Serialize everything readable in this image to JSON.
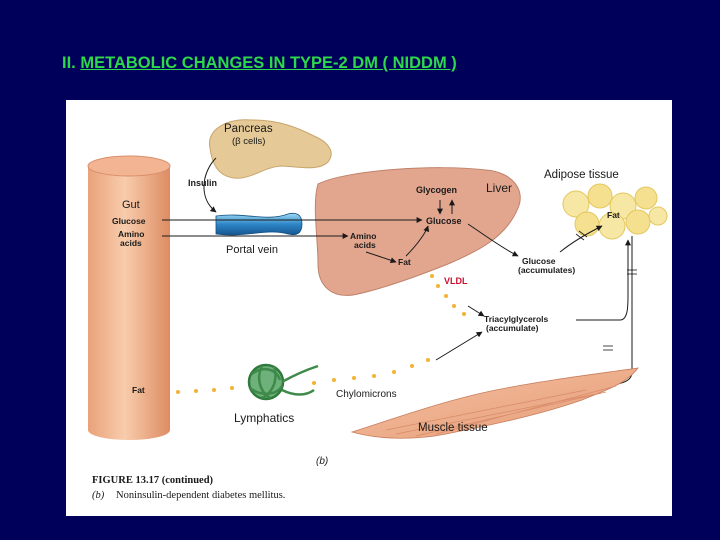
{
  "slide": {
    "title_prefix": "II. ",
    "title_underlined": "METABOLIC CHANGES IN TYPE-2 DM ( NIDDM )"
  },
  "figure": {
    "organs": {
      "pancreas": "Pancreas",
      "pancreas_cells": "(β cells)",
      "gut": "Gut",
      "portal_vein": "Portal vein",
      "liver": "Liver",
      "adipose": "Adipose tissue",
      "lymphatics": "Lymphatics",
      "muscle": "Muscle tissue"
    },
    "metabolites": {
      "insulin": "Insulin",
      "gut_glucose": "Glucose",
      "gut_amino_1": "Amino",
      "gut_amino_2": "acids",
      "gut_fat": "Fat",
      "liver_glycogen": "Glycogen",
      "liver_glucose": "Glucose",
      "liver_amino_1": "Amino",
      "liver_amino_2": "acids",
      "liver_fat": "Fat",
      "vldl": "VLDL",
      "adipose_fat": "Fat",
      "blood_glucose_1": "Glucose",
      "blood_glucose_2": "(accumulates)",
      "tag_1": "Triacylglycerols",
      "tag_2": "(accumulate)",
      "chylomicrons": "Chylomicrons"
    },
    "panel_letter": "(b)",
    "caption_figure": "FIGURE 13.17 (continued)",
    "caption_panel": "(b)",
    "caption_text": "Noninsulin-dependent diabetes mellitus."
  },
  "colors": {
    "background": "#00005a",
    "title": "#2dd84a",
    "arrows": "#1a1a1a",
    "vldl": "#c8102e",
    "dots": "#f2b233"
  }
}
